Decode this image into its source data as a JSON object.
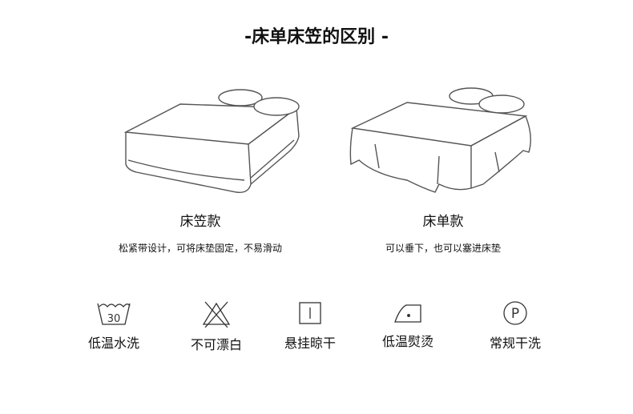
{
  "title": "-床单床笠的区别 -",
  "products": [
    {
      "name": "床笠款",
      "desc": "松紧带设计，可将床垫固定，不易滑动"
    },
    {
      "name": "床单款",
      "desc": "可以垂下，也可以塞进床垫"
    }
  ],
  "care": [
    {
      "icon": "wash-30-icon",
      "label": "低温水洗",
      "temp": "30"
    },
    {
      "icon": "no-bleach-icon",
      "label": "不可漂白"
    },
    {
      "icon": "hang-dry-icon",
      "label": "悬挂晾干"
    },
    {
      "icon": "low-iron-icon",
      "label": "低温熨烫"
    },
    {
      "icon": "dry-clean-icon",
      "label": "常规干洗",
      "letter": "P"
    }
  ]
}
